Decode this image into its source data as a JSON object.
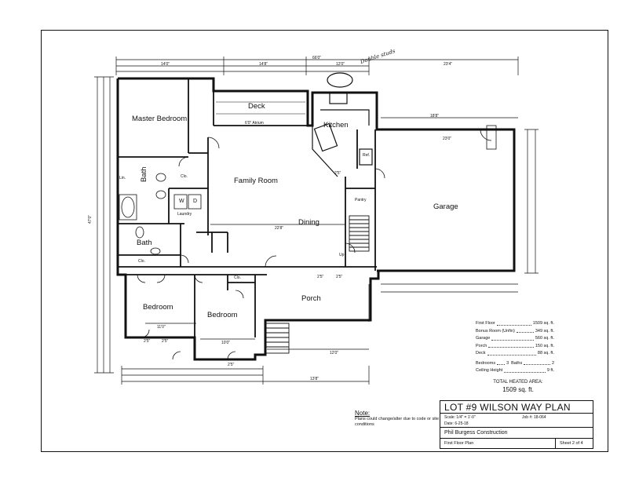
{
  "plan": {
    "rooms": {
      "master_bedroom": "Master Bedroom",
      "deck": "Deck",
      "kitchen": "Kitchen",
      "family_room": "Family Room",
      "dining": "Dining",
      "garage": "Garage",
      "porch": "Porch",
      "bedroom_1": "Bedroom",
      "bedroom_2": "Bedroom",
      "bath_1": "Bath",
      "bath_2": "Bath",
      "laundry": "Laundry",
      "pantry": "Pantry",
      "closet_1": "Clo.",
      "closet_2": "Clo.",
      "closet_3": "Clo.",
      "ref": "Ref.",
      "washer": "W",
      "dryer": "D",
      "atrium": "6'0\" Atrium",
      "linen": "Lin.",
      "up": "Up"
    },
    "dimensions": {
      "top_overall": "66'0\"",
      "top_a": "14'0\"",
      "top_b": "14'8\"",
      "top_c": "12'0\"",
      "top_d": "23'4\"",
      "bottom_overall": "13'8\"",
      "garage_depth": "23'0\"",
      "garage_width": "18'8\"",
      "family_width": "22'8\"",
      "left_overall": "47'0\"",
      "bedroom_w": "11'0\"",
      "bedroom2_w": "10'0\"",
      "porch_w": "12'0\"",
      "door_a": "2'5\"",
      "door_b": "2'5\"",
      "door_c": "2'5\"",
      "door_d": "2'5\"",
      "door_e": "2'5\"",
      "door_f": "2'5\""
    },
    "handwritten_note": "Double studs"
  },
  "stats": {
    "rows": [
      {
        "label": "First Floor",
        "value": "1509 sq. ft."
      },
      {
        "label": "Bonus Room (Unfin)",
        "value": "349 sq. ft."
      },
      {
        "label": "Garage",
        "value": "560 sq. ft."
      },
      {
        "label": "Porch",
        "value": "150 sq. ft."
      },
      {
        "label": "Deck",
        "value": "88 sq. ft."
      },
      {
        "label": "Bedrooms",
        "value": "3"
      },
      {
        "label": "Baths",
        "value": "2"
      },
      {
        "label": "Ceiling Height",
        "value": "9 ft."
      }
    ],
    "total_label": "TOTAL HEATED AREA:",
    "total_value": "1509 sq. ft."
  },
  "note": {
    "heading": "Note:",
    "text": "Plans could change/alter due to code or site conditions"
  },
  "title_block": {
    "title": "LOT #9 WILSON WAY PLAN",
    "scale": "Scale: 1/4\" = 1'-0\"",
    "job": "Job #: 18-064",
    "date": "Date: 6-25-18",
    "company": "Phil Burgess Construction",
    "plan_name": "First Floor Plan",
    "sheet": "Sheet 2 of 4"
  }
}
